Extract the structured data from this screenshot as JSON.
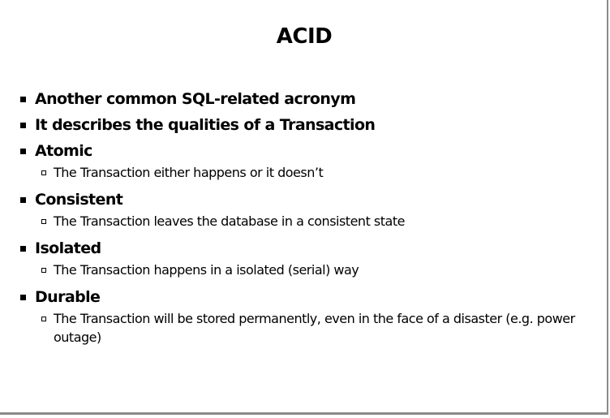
{
  "slide": {
    "title": "ACID",
    "bullets": [
      {
        "text": "Another common SQL-related acronym"
      },
      {
        "text": "It describes the qualities of a Transaction"
      },
      {
        "text": "Atomic",
        "sub": "The Transaction either happens or it doesn’t"
      },
      {
        "text": "Consistent",
        "sub": "The Transaction leaves the database in a consistent state"
      },
      {
        "text": "Isolated",
        "sub": "The Transaction happens in a isolated (serial) way"
      },
      {
        "text": "Durable",
        "sub": "The Transaction will be stored permanently, even in the face of a disaster (e.g. power outage)"
      }
    ]
  }
}
